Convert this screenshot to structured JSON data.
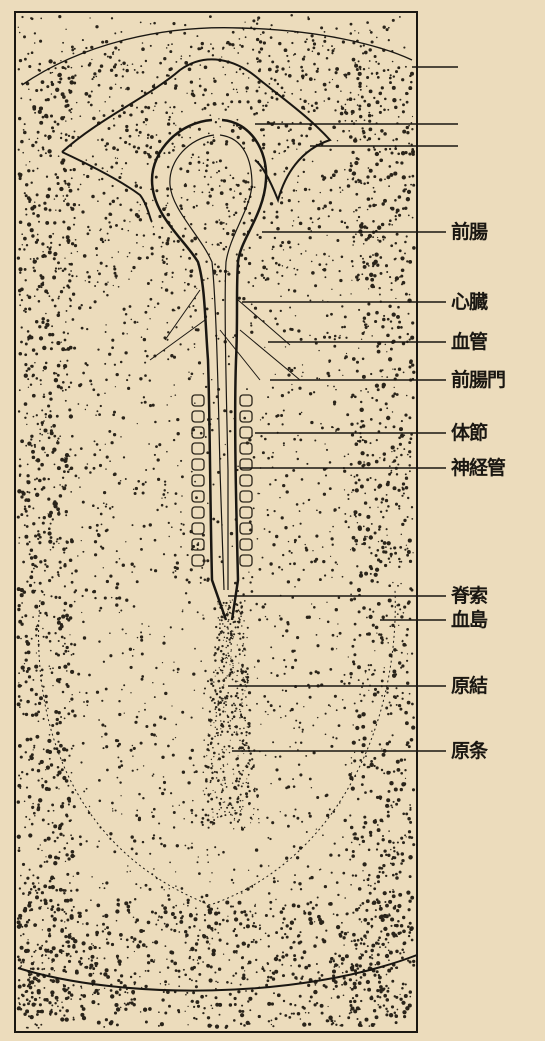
{
  "colors": {
    "paper": "#ecdcbc",
    "ink": "#1a1712",
    "stipple": "#2a241a"
  },
  "labels": [
    {
      "id": "foregut",
      "text": "前腸"
    },
    {
      "id": "heart",
      "text": "心臓"
    },
    {
      "id": "blood-vessel",
      "text": "血管"
    },
    {
      "id": "anterior-intestinal-portal",
      "text": "前腸門"
    },
    {
      "id": "somite",
      "text": "体節"
    },
    {
      "id": "neural-tube",
      "text": "神経管"
    },
    {
      "id": "notochord",
      "text": "脊索"
    },
    {
      "id": "blood-island",
      "text": "血島"
    },
    {
      "id": "primitive-node",
      "text": "原結"
    },
    {
      "id": "primitive-streak",
      "text": "原条"
    }
  ]
}
